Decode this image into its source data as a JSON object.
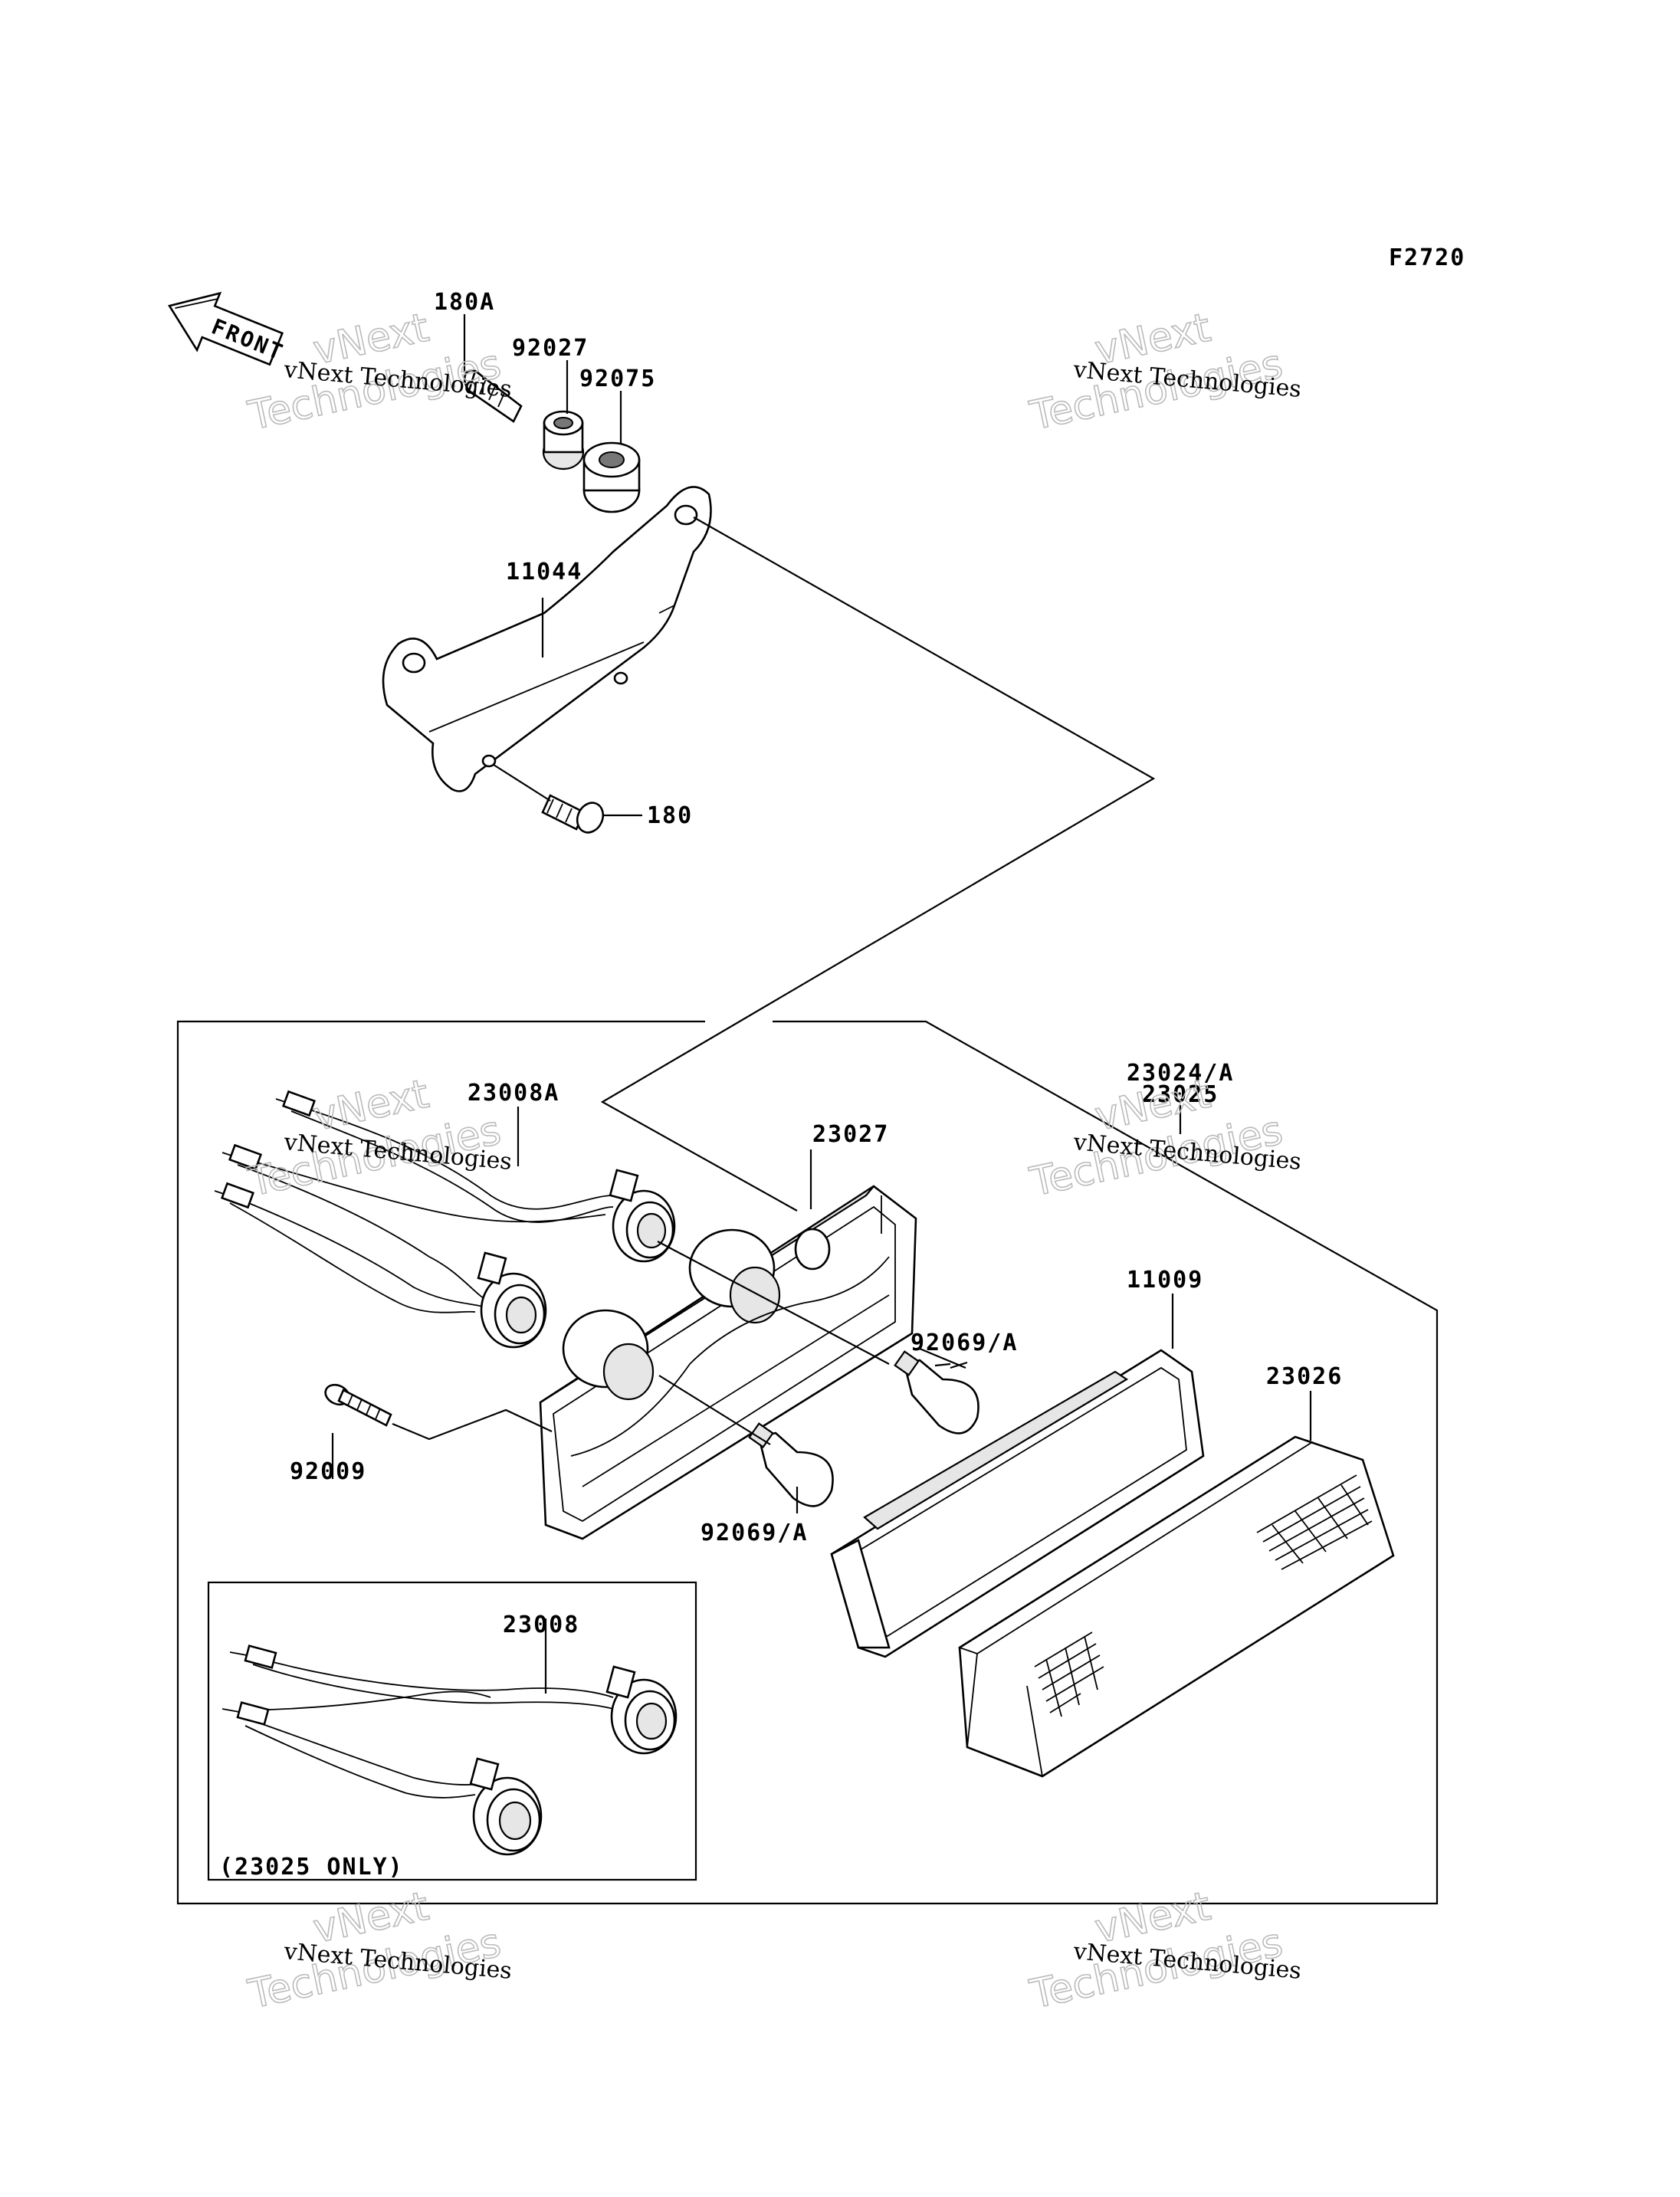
{
  "figure_code": "F2720",
  "front_label": "FRONT",
  "watermarks": {
    "small": "vNext Technologies",
    "big_line1": "vNext",
    "big_line2": "Technologies"
  },
  "callouts": {
    "c180A": "180A",
    "c92027": "92027",
    "c92075": "92075",
    "c11044": "11044",
    "c180": "180",
    "c23008A": "23008A",
    "c23027": "23027",
    "c23024A": "23024/A",
    "c23025": "23025",
    "c92069A_upper": "92069/A",
    "c11009": "11009",
    "c23026": "23026",
    "c92009": "92009",
    "c92069A_lower": "92069/A",
    "c23008": "23008"
  },
  "inset_note": "(23025 ONLY)"
}
